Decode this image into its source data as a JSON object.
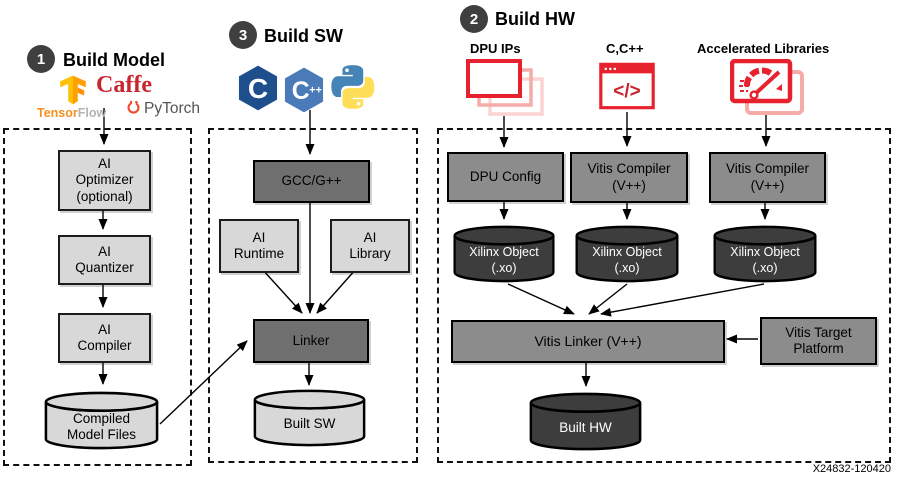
{
  "doc_code": "X24832-120420",
  "sections": {
    "model": {
      "badge": "1",
      "title": "Build Model",
      "logos": {
        "tensorflow_part1": "Tensor",
        "tensorflow_part2": "Flow",
        "caffe": "Caffe",
        "pytorch": "PyTorch"
      },
      "nodes": {
        "ai_optimizer": "AI\nOptimizer\n(optional)",
        "ai_quantizer": "AI\nQuantizer",
        "ai_compiler": "AI\nCompiler",
        "compiled_model_files": "Compiled\nModel Files"
      }
    },
    "sw": {
      "badge": "3",
      "title": "Build SW",
      "logos": {
        "c": "C",
        "cpp_letter": "C",
        "cpp_plus": "++"
      },
      "nodes": {
        "gcc": "GCC/G++",
        "ai_runtime": "AI\nRuntime",
        "ai_library": "AI\nLibrary",
        "linker": "Linker",
        "built_sw": "Built SW"
      }
    },
    "hw": {
      "badge": "2",
      "title": "Build HW",
      "inputs": {
        "dpu_ips": "DPU IPs",
        "c_cpp": "C,C++",
        "code_glyph": "</>",
        "accelerated_libraries": "Accelerated Libraries"
      },
      "nodes": {
        "dpu_config": "DPU Config",
        "vitis_compiler": "Vitis Compiler\n(V++)",
        "xilinx_object": "Xilinx Object\n(.xo)",
        "vitis_linker": "Vitis Linker (V++)",
        "vitis_target_platform": "Vitis Target\nPlatform",
        "built_hw": "Built HW"
      }
    }
  },
  "icons": {
    "tensorflow": "tensorflow-logo",
    "caffe": "caffe-wordmark",
    "pytorch": "pytorch-flame-logo",
    "c": "c-hexagon-logo",
    "cpp": "cpp-hexagon-logo",
    "python": "python-logo",
    "dpu_ips": "stacked-cards-icon",
    "c_cpp": "code-window-icon",
    "accelerated_libraries": "gauge-pencil-icon"
  },
  "colors": {
    "accent_red": "#E8212E",
    "ghost_red_1": "#F5ABA7",
    "ghost_red_2": "#FBD3D1",
    "light_box": "#D8D8D8",
    "mid_box": "#8C8C8C",
    "mid_dark_box": "#6F6F6F",
    "dark_cylinder": "#3D3D3D",
    "badge_circle": "#3F3F3F",
    "tensorflow_orange": "#F5901E",
    "caffe_red": "#C9252C",
    "pytorch_orange": "#EE4C2C",
    "c_navy": "#1E4E8C",
    "cpp_blue": "#4A7AB8",
    "python_blue": "#4584B6",
    "python_yellow": "#FFDE57"
  }
}
